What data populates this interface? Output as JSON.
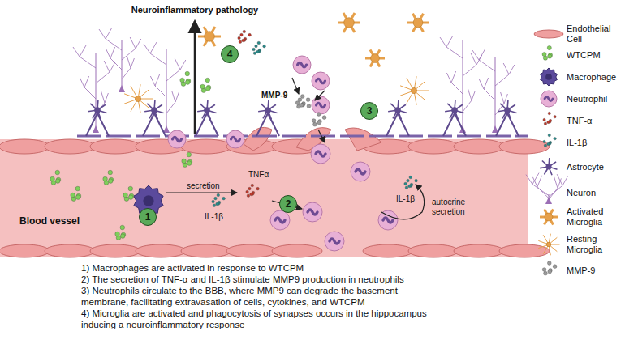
{
  "diagram": {
    "title": "Neuroinflammatory pathology",
    "nodes": [
      {
        "text": [
          "1"
        ]
      },
      {
        "text": [
          "2"
        ]
      },
      {
        "text": [
          "3"
        ]
      },
      {
        "text": [
          "4"
        ]
      }
    ],
    "labels": [
      "TNFα",
      "IL-1β",
      "secretion",
      "IL-1β",
      "autocrine secretion",
      "MMP-9",
      "Blood vessel",
      "1) Macrophages are activated in response to WTCPM",
      "2) The secretion of TNF-α and IL-1β stimulate MMP9 production in neutrophils",
      "3) Neutrophils circulate to the BBB, where MMP9 can degrade the basement membrane, facilitating extravasation of cells, cytokines, and WTCPM",
      "4) Microglia are activated and phagocytosis of synapses occurs in the hippocampus inducing a neuroinflammatory response"
    ],
    "legend": [
      {
        "text": "Endothelial Cell"
      },
      {
        "text": "WTCPM"
      },
      {
        "text": "Macrophage"
      },
      {
        "text": "Neutrophil"
      },
      {
        "text": "TNF-α"
      },
      {
        "text": "IL-1β"
      },
      {
        "text": "Astrocyte"
      },
      {
        "text": "Neuron"
      },
      {
        "text": "Activated Microglia"
      },
      {
        "text": "Resting Microglia"
      },
      {
        "text": "MMP-9"
      }
    ]
  }
}
